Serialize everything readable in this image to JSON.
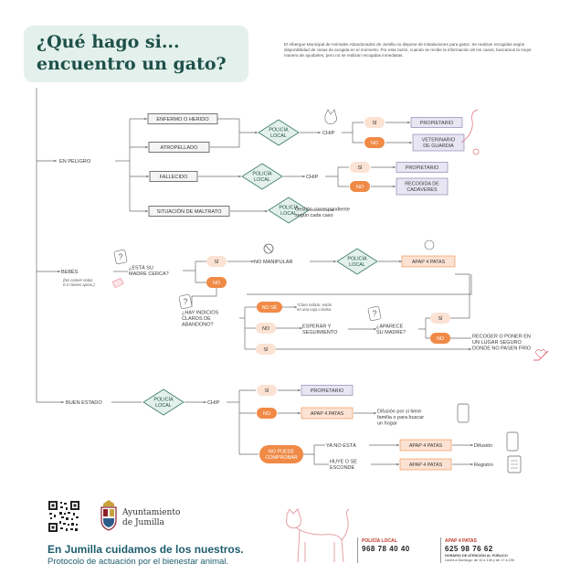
{
  "header": {
    "title_line1": "¿Qué hago si...",
    "title_line2": "encuentro un gato?",
    "intro": "El Albergue Municipal de Animales Abandonados de Jumilla no dispone de instalaciones para gatos. Se realizan recogidas según disponibilidad de casas de acogida en el momento. Por esta razón, cuando se recibe la información de los casos, buscamos la mejor manera de ayudarles, pero no se realizan recogidas inmediatas."
  },
  "colors": {
    "accent_green": "#1e5049",
    "light_green": "#e3f0eb",
    "orange": "#f08a46",
    "peach": "#fbe2d3",
    "lavender": "#e8e6f3",
    "pink_line": "#e06a78",
    "red_label": "#c0392b"
  },
  "flow": {
    "nodes": [
      {
        "id": "en-peligro",
        "kind": "label",
        "text": "EN PELIGRO"
      },
      {
        "id": "enfermo",
        "kind": "box",
        "text": "ENFERMO O HERIDO"
      },
      {
        "id": "atropellado",
        "kind": "box",
        "text": "ATROPELLADO"
      },
      {
        "id": "fallecido",
        "kind": "box",
        "text": "FALLECIDO"
      },
      {
        "id": "maltrato",
        "kind": "box",
        "text": "SITUACIÓN DE MALTRATO"
      },
      {
        "id": "pl-1",
        "kind": "diamond",
        "lines": [
          "POLICÍA",
          "LOCAL"
        ]
      },
      {
        "id": "pl-2",
        "kind": "diamond",
        "lines": [
          "POLICÍA",
          "LOCAL"
        ]
      },
      {
        "id": "pl-3",
        "kind": "diamond",
        "lines": [
          "POLICÍA",
          "LOCAL"
        ]
      },
      {
        "id": "chip-1",
        "kind": "label",
        "text": "CHIP"
      },
      {
        "id": "chip-2",
        "kind": "label",
        "text": "CHIP"
      },
      {
        "id": "si-1",
        "kind": "pill-peach",
        "text": "SÍ"
      },
      {
        "id": "no-1",
        "kind": "pill-orange",
        "text": "NO"
      },
      {
        "id": "si-2",
        "kind": "pill-peach",
        "text": "SÍ"
      },
      {
        "id": "no-2",
        "kind": "pill-orange",
        "text": "NO"
      },
      {
        "id": "propietario-1",
        "kind": "box-lavender",
        "lines": [
          "PROPIETARIO"
        ]
      },
      {
        "id": "veterinario",
        "kind": "box-lavender",
        "lines": [
          "VETERINARIO",
          "DE GUARDIA"
        ]
      },
      {
        "id": "propietario-2",
        "kind": "box-lavender",
        "lines": [
          "PROPIETARIO"
        ]
      },
      {
        "id": "recogida",
        "kind": "box-lavender",
        "lines": [
          "RECOGIDA DE",
          "CADÁVERES"
        ]
      },
      {
        "id": "gestion",
        "kind": "text",
        "lines": [
          "Gestión correspondiente",
          "según cada caso"
        ]
      },
      {
        "id": "bebes",
        "kind": "text",
        "lines": [
          "BEBÉS"
        ]
      },
      {
        "id": "bebes-note",
        "kind": "note",
        "lines": [
          "(No comen solos.",
          "0-2 meses aprox.)"
        ]
      },
      {
        "id": "madre-cerca",
        "kind": "text",
        "lines": [
          "¿ESTÁ SU",
          "MADRE CERCA?"
        ]
      },
      {
        "id": "si-3",
        "kind": "pill-peach",
        "text": "SÍ"
      },
      {
        "id": "no-3",
        "kind": "pill-orange",
        "text": "NO"
      },
      {
        "id": "no-manipular",
        "kind": "label",
        "text": "NO MANIPULAR"
      },
      {
        "id": "pl-4",
        "kind": "diamond",
        "lines": [
          "POLICÍA",
          "LOCAL"
        ]
      },
      {
        "id": "apap-1",
        "kind": "box-orange",
        "lines": [
          "APAP 4 PATAS"
        ]
      },
      {
        "id": "indicios",
        "kind": "text",
        "lines": [
          "¿HAY INDICIOS",
          "CLAROS DE",
          "ABANDONO?"
        ]
      },
      {
        "id": "no-se",
        "kind": "pill-orange",
        "text": "NO SÉ"
      },
      {
        "id": "no-4",
        "kind": "pill-peach",
        "text": "NO"
      },
      {
        "id": "si-4",
        "kind": "pill-peach",
        "text": "SÍ"
      },
      {
        "id": "claro-indicio",
        "kind": "note",
        "lines": [
          "*Claro indicio: están",
          "en una caja o bolsa"
        ]
      },
      {
        "id": "esperar",
        "kind": "text",
        "lines": [
          "ESPERAR Y",
          "SEGUIMIENTO"
        ]
      },
      {
        "id": "aparece",
        "kind": "text",
        "lines": [
          "¿APARECE",
          "SU MADRE?"
        ]
      },
      {
        "id": "si-5",
        "kind": "pill-peach",
        "text": "SÍ"
      },
      {
        "id": "no-5",
        "kind": "pill-orange",
        "text": "NO"
      },
      {
        "id": "recoger",
        "kind": "text",
        "lines": [
          "RECOGER O PONER EN",
          "UN LUGAR SEGURO",
          "DONDE NO PASEN FRÍO"
        ]
      },
      {
        "id": "buen-estado",
        "kind": "label",
        "text": "BUEN ESTADO"
      },
      {
        "id": "pl-5",
        "kind": "diamond",
        "lines": [
          "POLICÍA",
          "LOCAL"
        ]
      },
      {
        "id": "chip-3",
        "kind": "label",
        "text": "CHIP"
      },
      {
        "id": "si-6",
        "kind": "pill-peach",
        "text": "SÍ"
      },
      {
        "id": "no-6",
        "kind": "pill-orange",
        "text": "NO"
      },
      {
        "id": "no-puede",
        "kind": "pill-orange",
        "lines": [
          "NO PUEDE",
          "COMPROBAR"
        ]
      },
      {
        "id": "propietario-3",
        "kind": "box-lavender",
        "lines": [
          "PROPIETARIO"
        ]
      },
      {
        "id": "apap-2",
        "kind": "box-orange",
        "lines": [
          "APAP 4 PATAS"
        ]
      },
      {
        "id": "difusion-note",
        "kind": "text",
        "lines": [
          "Difusión por si tiene",
          "familia o para buscar",
          "un hogar"
        ]
      },
      {
        "id": "ya-no-esta",
        "kind": "label",
        "text": "YA NO ESTÁ"
      },
      {
        "id": "huye",
        "kind": "text",
        "lines": [
          "HUYE O SE",
          "ESCONDE"
        ]
      },
      {
        "id": "apap-3",
        "kind": "box-orange",
        "lines": [
          "APAP 4 PATAS"
        ]
      },
      {
        "id": "apap-4",
        "kind": "box-orange",
        "lines": [
          "APAP 4 PATAS"
        ]
      },
      {
        "id": "difusion",
        "kind": "label",
        "text": "Difusión"
      },
      {
        "id": "registro",
        "kind": "label",
        "text": "Registro"
      }
    ]
  },
  "footer": {
    "town_line1": "Ayuntamiento",
    "town_line2": "de Jumilla",
    "tagline": "En Jumilla cuidamos de los nuestros.",
    "subtitle": "Protocolo de actuación por el bienestar animal.",
    "policia_label": "POLICÍA LOCAL",
    "policia_phone": "968 78 40 40",
    "apap_label": "APAP 4 PATAS",
    "apap_phone": "625 98 76 62",
    "hours_title": "HORARIO DE ATENCIÓN AL PÚBLICO",
    "hours": "Lunes a Domingo: de 10 a 13h y de 17 a 19h"
  }
}
